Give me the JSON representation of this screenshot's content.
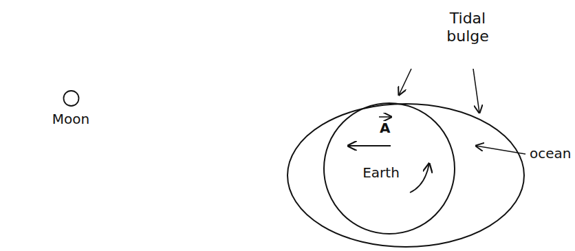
{
  "diagram": {
    "nodes": [
      {
        "text": [
          "Moon"
        ]
      },
      {
        "text": [
          "Earth"
        ]
      }
    ],
    "labels": [
      "Tidal bulge",
      "A",
      "ocean"
    ]
  }
}
